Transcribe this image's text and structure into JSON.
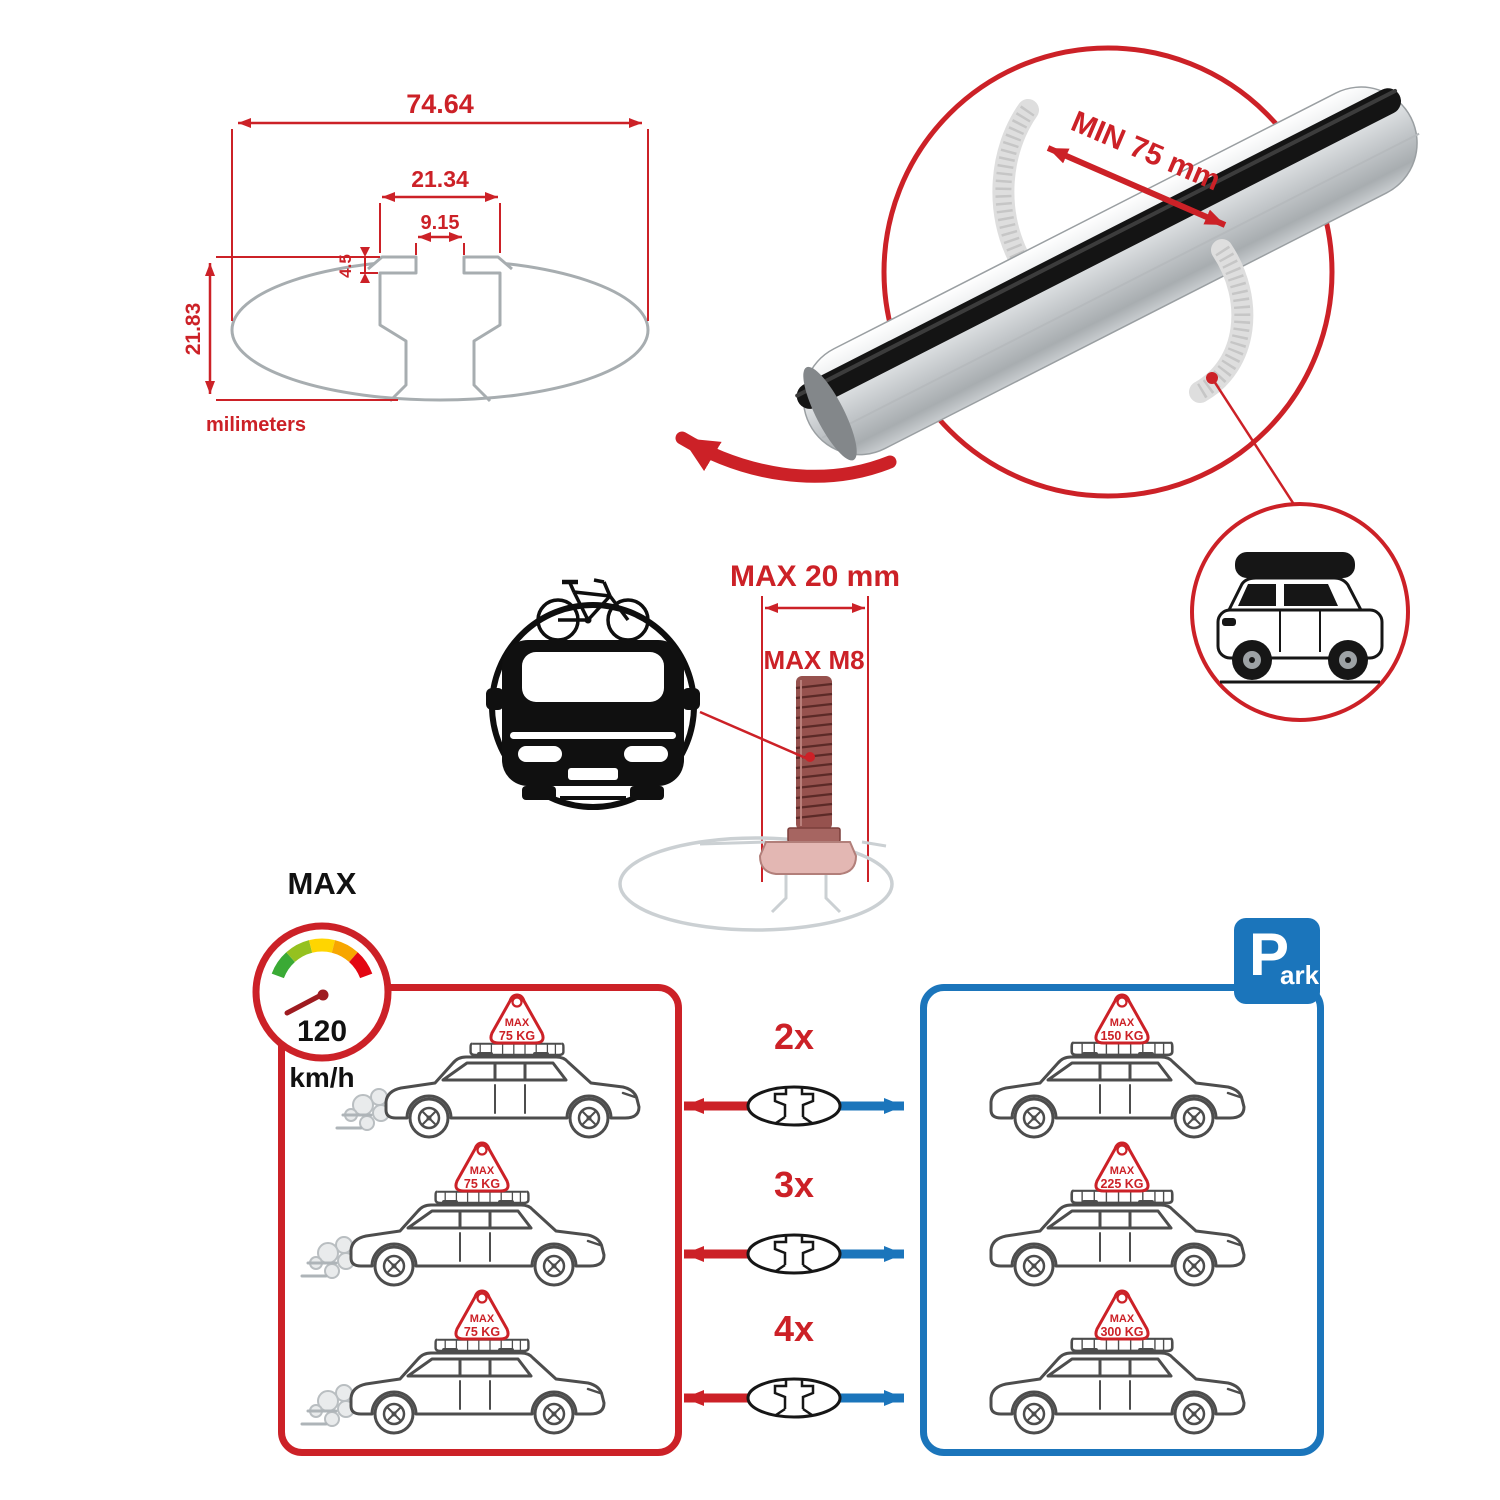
{
  "colors": {
    "red": "#cc2127",
    "blue": "#1b75bb"
  },
  "tech_drawing": {
    "dim_total_width": "74.64",
    "dim_slot_outer": "21.34",
    "dim_slot_inner": "9.15",
    "dim_step": "4.5",
    "dim_total_height": "21.83",
    "units_label": "milimeters"
  },
  "bar_detail": {
    "min_span_label": "MIN 75 mm"
  },
  "bolt_section": {
    "max_width_label": "MAX 20 mm",
    "max_thread_label": "MAX M8"
  },
  "speed_gauge": {
    "max_label": "MAX",
    "value": "120",
    "units": "km/h"
  },
  "parking_sign": {
    "letter": "P",
    "suffix": "ark"
  },
  "multipliers": [
    {
      "label": "2x"
    },
    {
      "label": "3x"
    },
    {
      "label": "4x"
    }
  ],
  "driving_cars": [
    {
      "tag_line1": "MAX",
      "tag_line2": "75 KG"
    },
    {
      "tag_line1": "MAX",
      "tag_line2": "75 KG"
    },
    {
      "tag_line1": "MAX",
      "tag_line2": "75 KG"
    }
  ],
  "parked_cars": [
    {
      "tag_line1": "MAX",
      "tag_line2": "150 KG"
    },
    {
      "tag_line1": "MAX",
      "tag_line2": "225 KG"
    },
    {
      "tag_line1": "MAX",
      "tag_line2": "300 KG"
    }
  ]
}
